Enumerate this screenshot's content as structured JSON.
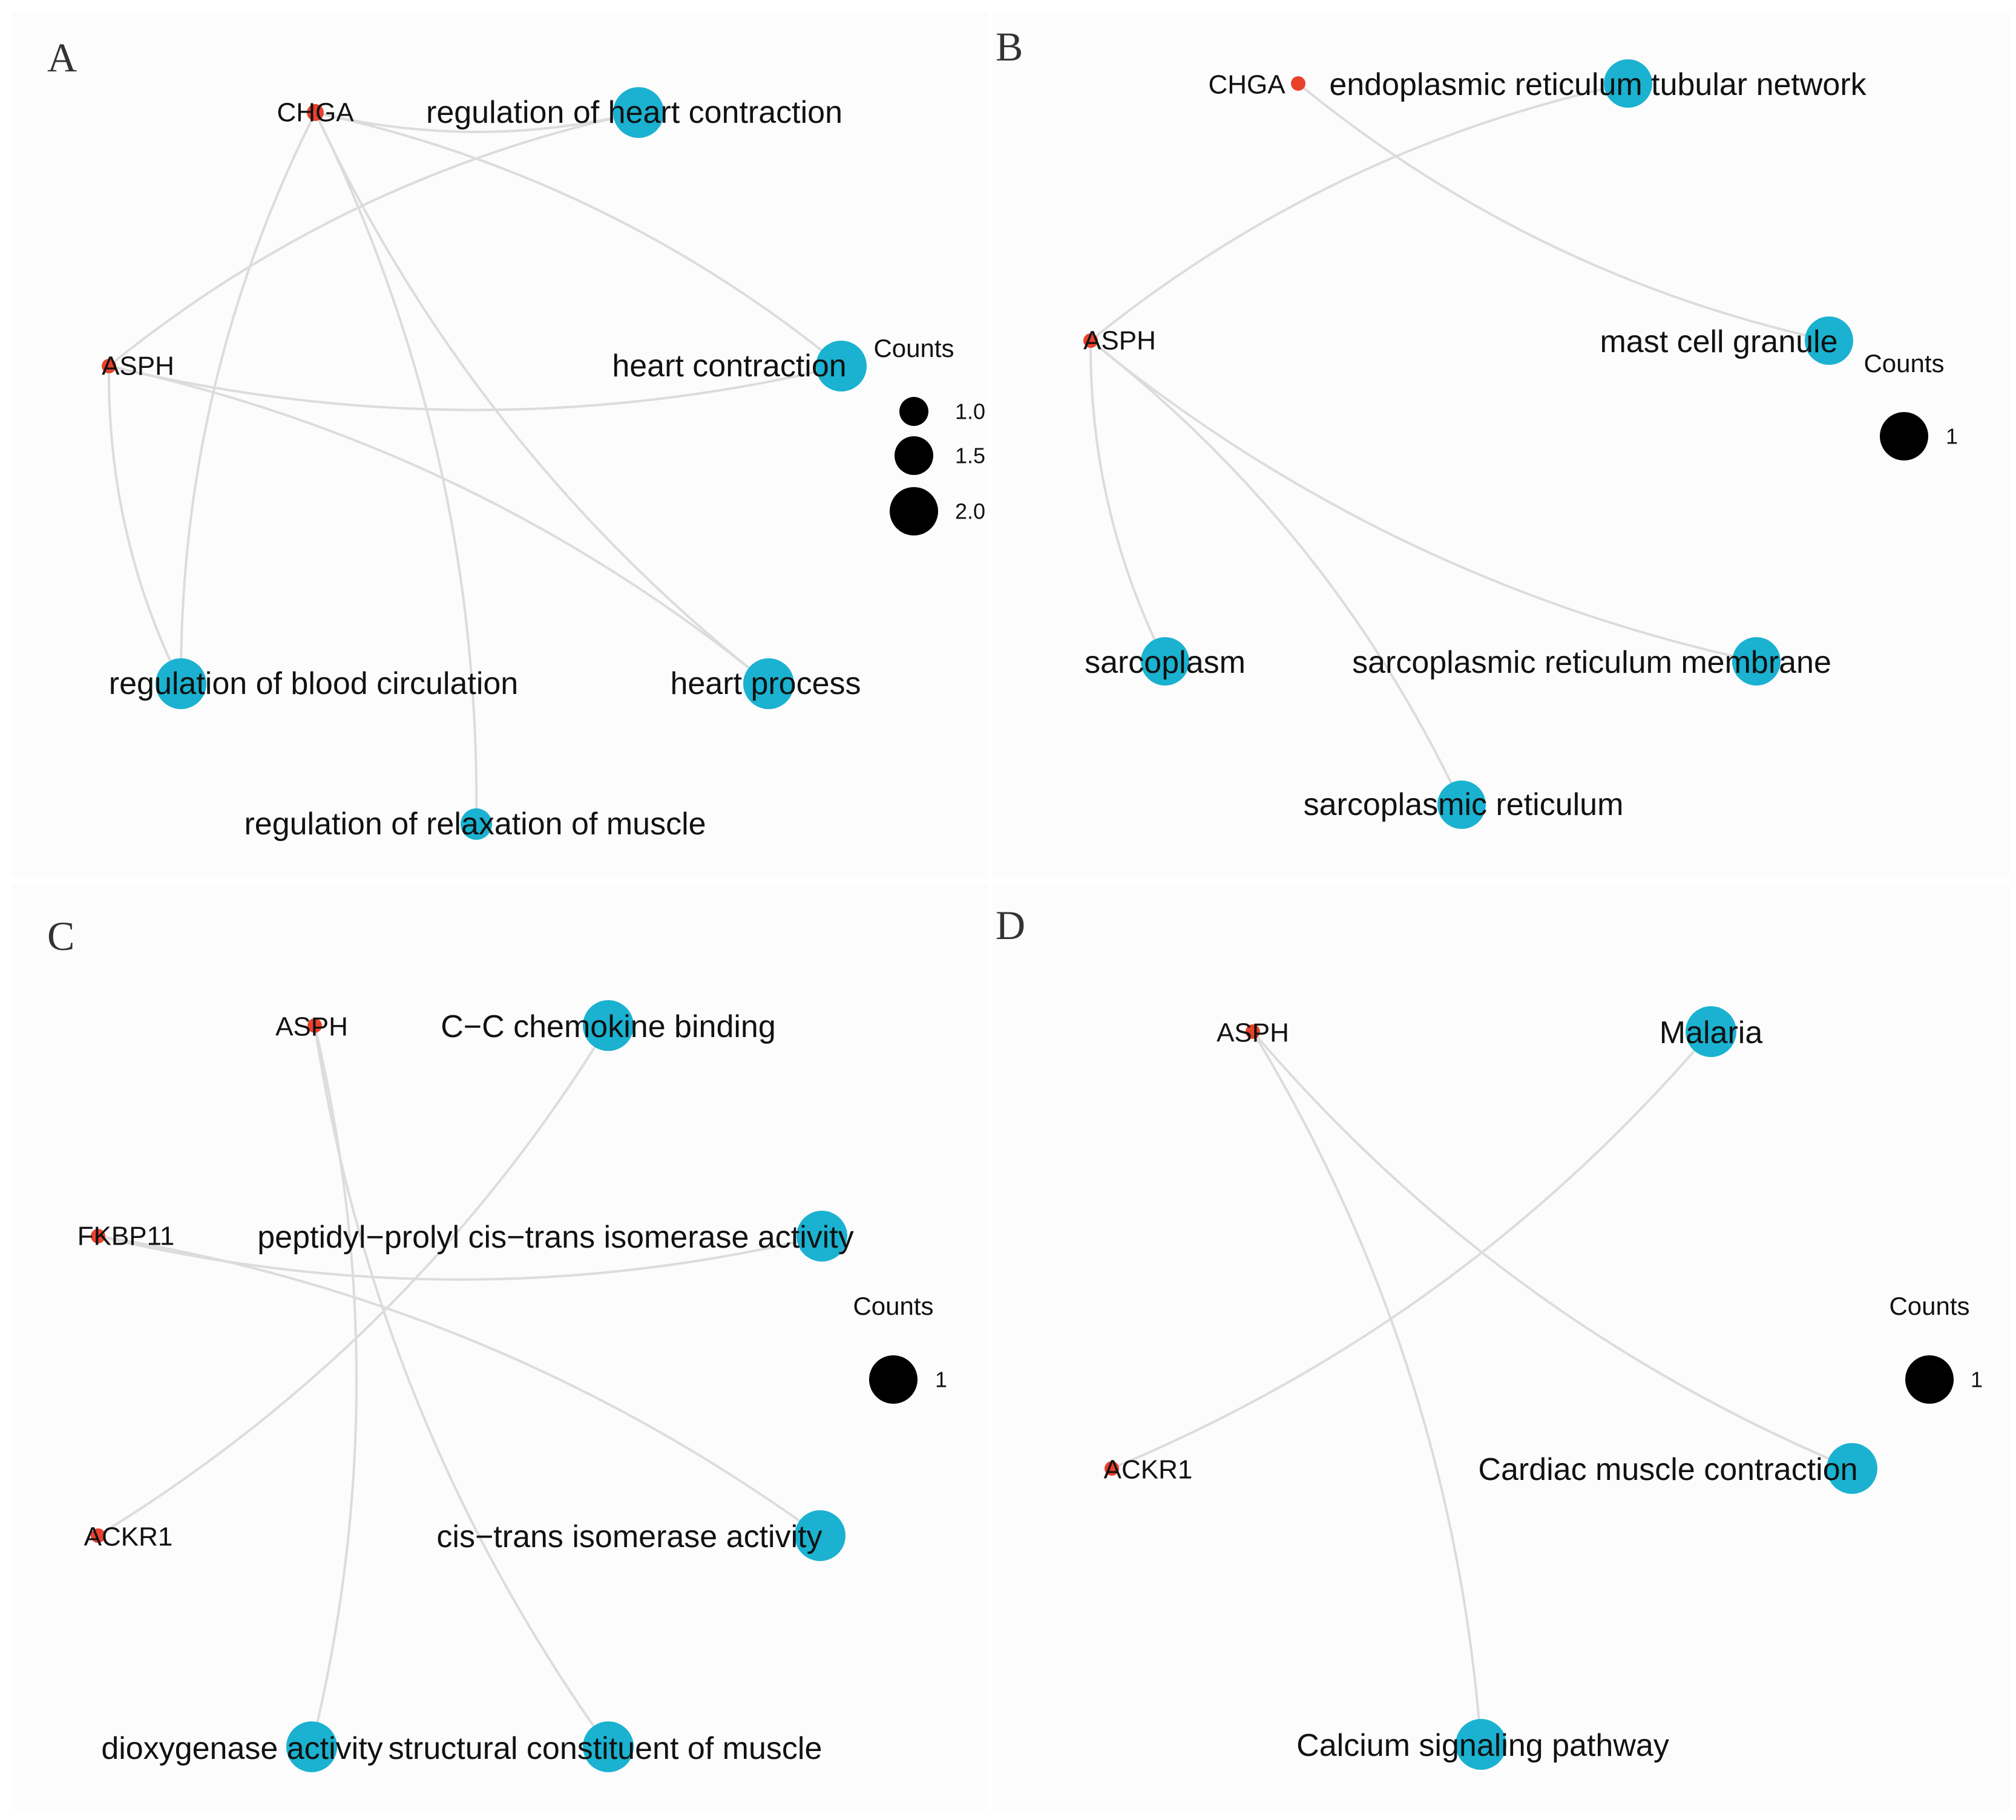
{
  "panels": [
    {
      "letter": "A",
      "genes": [
        {
          "id": "CHGA",
          "label": "CHGA"
        },
        {
          "id": "ASPH",
          "label": "ASPH"
        }
      ],
      "terms": [
        {
          "id": "t1",
          "label": "regulation of heart contraction"
        },
        {
          "id": "t2",
          "label": "heart contraction"
        },
        {
          "id": "t3",
          "label": "heart process"
        },
        {
          "id": "t4",
          "label": "regulation of relaxation of muscle"
        },
        {
          "id": "t5",
          "label": "regulation of blood circulation"
        }
      ],
      "edges": [
        [
          "CHGA",
          "t1"
        ],
        [
          "CHGA",
          "t2"
        ],
        [
          "CHGA",
          "t3"
        ],
        [
          "CHGA",
          "t4"
        ],
        [
          "CHGA",
          "t5"
        ],
        [
          "ASPH",
          "t1"
        ],
        [
          "ASPH",
          "t2"
        ],
        [
          "ASPH",
          "t3"
        ],
        [
          "ASPH",
          "t5"
        ]
      ],
      "legend": {
        "title": "Counts",
        "values": [
          "1.0",
          "1.5",
          "2.0"
        ]
      }
    },
    {
      "letter": "B",
      "genes": [
        {
          "id": "CHGA",
          "label": "CHGA"
        },
        {
          "id": "ASPH",
          "label": "ASPH"
        }
      ],
      "terms": [
        {
          "id": "t1",
          "label": "endoplasmic reticulum tubular network"
        },
        {
          "id": "t2",
          "label": "mast cell granule"
        },
        {
          "id": "t3",
          "label": "sarcoplasmic reticulum membrane"
        },
        {
          "id": "t4",
          "label": "sarcoplasmic reticulum"
        },
        {
          "id": "t5",
          "label": "sarcoplasm"
        }
      ],
      "edges": [
        [
          "CHGA",
          "t2"
        ],
        [
          "ASPH",
          "t1"
        ],
        [
          "ASPH",
          "t3"
        ],
        [
          "ASPH",
          "t4"
        ],
        [
          "ASPH",
          "t5"
        ]
      ],
      "legend": {
        "title": "Counts",
        "values": [
          "1"
        ]
      }
    },
    {
      "letter": "C",
      "genes": [
        {
          "id": "ASPH",
          "label": "ASPH"
        },
        {
          "id": "FKBP11",
          "label": "FKBP11"
        },
        {
          "id": "ACKR1",
          "label": "ACKR1"
        }
      ],
      "terms": [
        {
          "id": "t1",
          "label": "C−C chemokine binding"
        },
        {
          "id": "t2",
          "label": "peptidyl−prolyl cis−trans isomerase activity"
        },
        {
          "id": "t3",
          "label": "cis−trans isomerase activity"
        },
        {
          "id": "t4",
          "label": "structural constituent of muscle"
        },
        {
          "id": "t5",
          "label": "dioxygenase activity"
        }
      ],
      "edges": [
        [
          "ASPH",
          "t4"
        ],
        [
          "ASPH",
          "t5"
        ],
        [
          "FKBP11",
          "t2"
        ],
        [
          "FKBP11",
          "t3"
        ],
        [
          "ACKR1",
          "t1"
        ]
      ],
      "legend": {
        "title": "Counts",
        "values": [
          "1"
        ]
      }
    },
    {
      "letter": "D",
      "genes": [
        {
          "id": "ASPH",
          "label": "ASPH"
        },
        {
          "id": "ACKR1",
          "label": "ACKR1"
        }
      ],
      "terms": [
        {
          "id": "t1",
          "label": "Malaria"
        },
        {
          "id": "t2",
          "label": "Cardiac muscle contraction"
        },
        {
          "id": "t3",
          "label": "Calcium signaling pathway"
        }
      ],
      "edges": [
        [
          "ASPH",
          "t2"
        ],
        [
          "ASPH",
          "t3"
        ],
        [
          "ACKR1",
          "t1"
        ]
      ],
      "legend": {
        "title": "Counts",
        "values": [
          "1"
        ]
      }
    }
  ],
  "colors": {
    "gene_node": "#e8412c",
    "term_node": "#1ab2d0",
    "edge": "#dcdcdc",
    "legend_dot": "#000000"
  }
}
